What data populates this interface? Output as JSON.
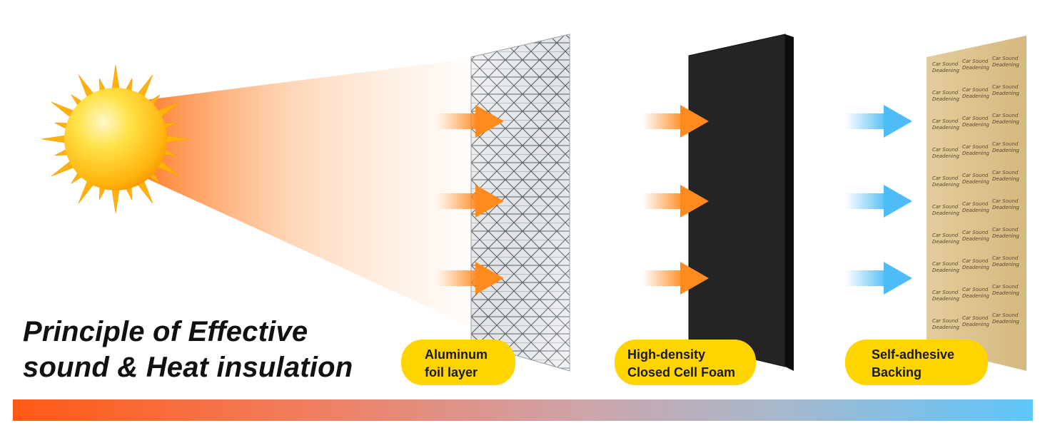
{
  "title": {
    "line1": "Principle of Effective",
    "line2": "sound & Heat insulation"
  },
  "layers": [
    {
      "line1": "Aluminum",
      "line2": "foil layer"
    },
    {
      "line1": "High-density",
      "line2": "Closed Cell Foam"
    },
    {
      "line1": "Self-adhesive",
      "line2": "Backing"
    }
  ],
  "backing_print": {
    "line1": "Car Sound",
    "line2": "Deadening"
  },
  "colors": {
    "sun": "#ffc21a",
    "heat_arrow": "#ff8a1e",
    "cool_arrow": "#4dbcf7",
    "badge": "#ffd400",
    "foam": "#1f1f1f",
    "backing": "#dcc38e",
    "gradient_start": "#ff5a14",
    "gradient_end": "#5ec6fb"
  },
  "icons": [
    "sun-icon",
    "heat-arrow-icon",
    "cool-arrow-icon"
  ]
}
